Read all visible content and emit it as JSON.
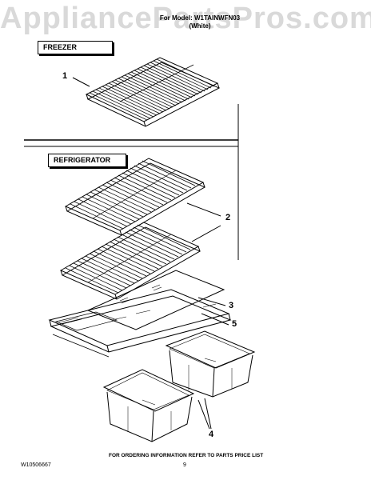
{
  "header": {
    "watermark": "AppliancePartsPros.com",
    "model_line": "For Model: W1TAINWFN03",
    "color_line": "(White)"
  },
  "sections": {
    "freezer": "FREEZER",
    "refrigerator": "REFRIGERATOR"
  },
  "callouts": [
    "1",
    "2",
    "3",
    "5",
    "4"
  ],
  "footer": {
    "ordering_info": "FOR ORDERING INFORMATION REFER TO PARTS PRICE LIST",
    "doc_number": "W10506667",
    "page_number": "9"
  }
}
